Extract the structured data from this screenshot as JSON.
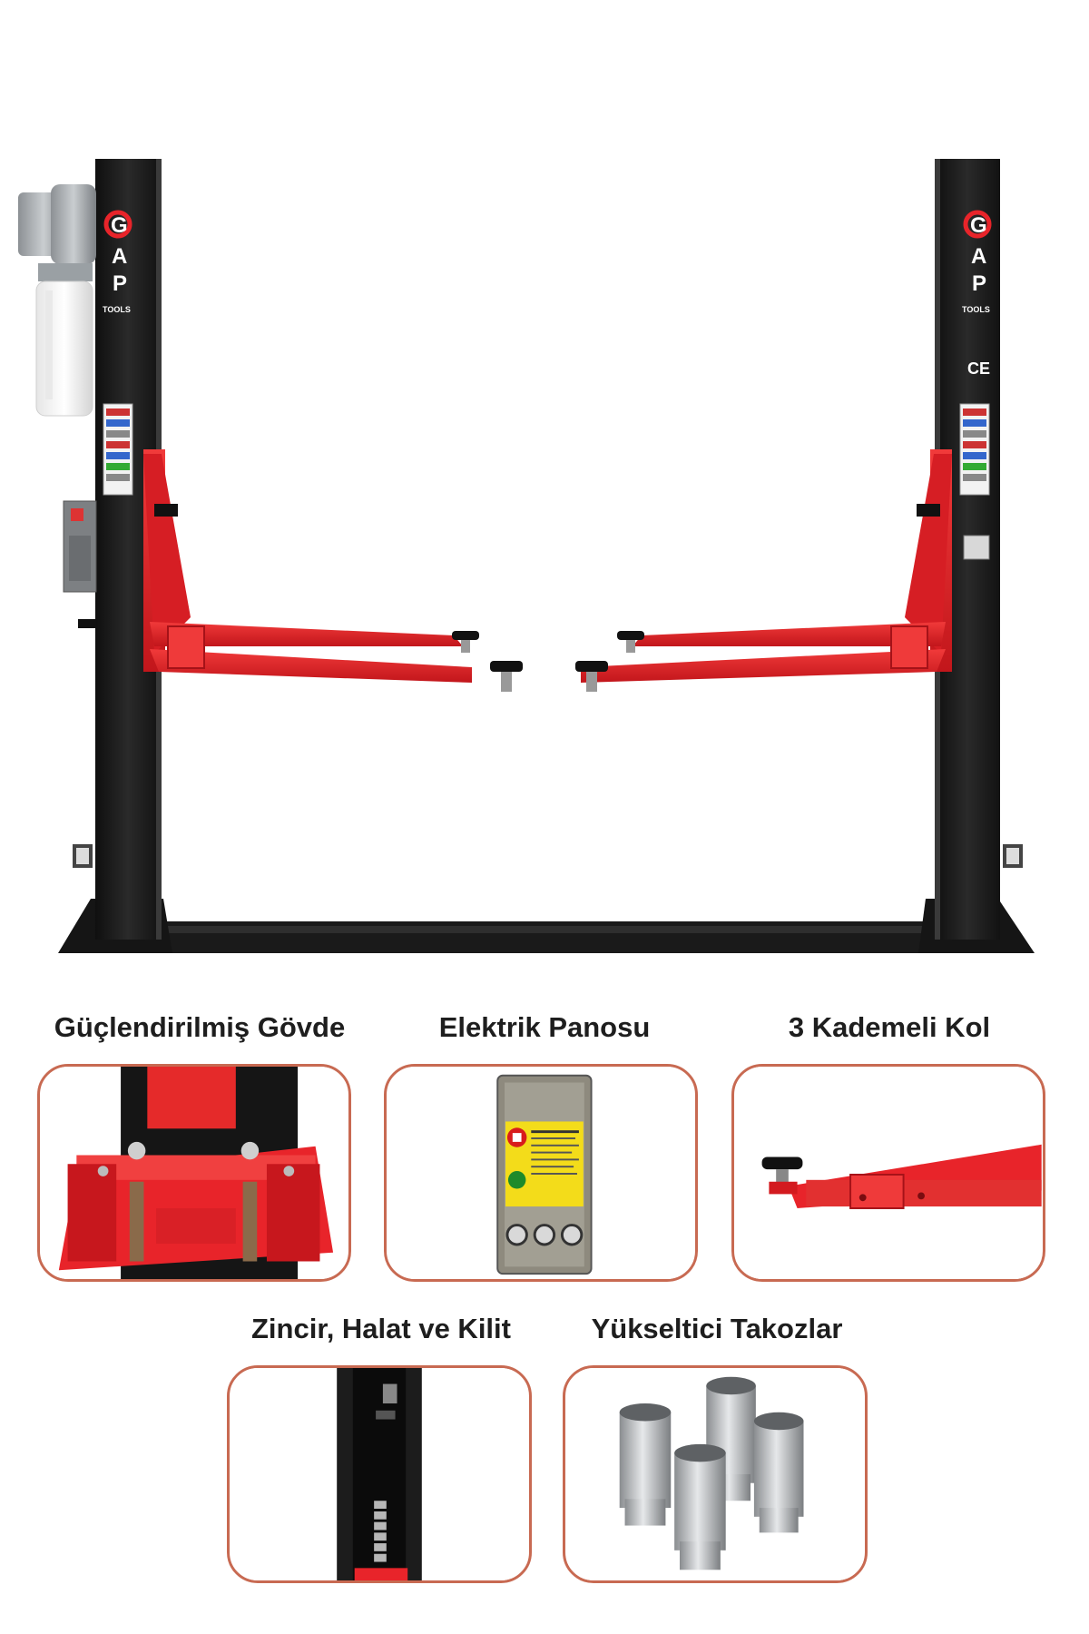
{
  "hero": {
    "brand_letters": [
      "G",
      "A",
      "P"
    ],
    "brand_sub": "TOOLS",
    "ce_mark": "CE"
  },
  "features": [
    {
      "label": "Güçlendirilmiş Gövde",
      "icon": "reinforced-carriage-photo"
    },
    {
      "label": "Elektrik Panosu",
      "icon": "electric-panel-photo"
    },
    {
      "label": "3 Kademeli Kol",
      "icon": "three-stage-arm-photo"
    },
    {
      "label": "Zincir, Halat ve Kilit",
      "icon": "chain-rope-lock-photo"
    },
    {
      "label": "Yükseltici Takozlar",
      "icon": "riser-adapters-photo"
    }
  ],
  "colors": {
    "post": "#1f1f1f",
    "arm_red": "#e8242a",
    "card_border": "#c86a52"
  }
}
